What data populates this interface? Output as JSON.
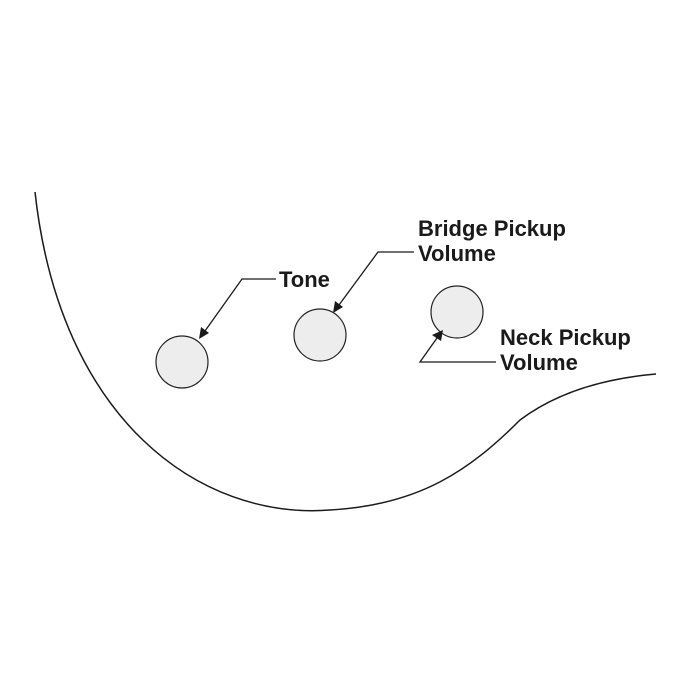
{
  "labels": {
    "tone": [
      "Tone"
    ],
    "bridge_pickup_volume": [
      "Bridge Pickup",
      "Volume"
    ],
    "neck_pickup_volume": [
      "Neck Pickup",
      "Volume"
    ]
  },
  "colors": {
    "knob_fill": "#ededed",
    "outline": "#1a1a1a",
    "background": "#ffffff"
  }
}
